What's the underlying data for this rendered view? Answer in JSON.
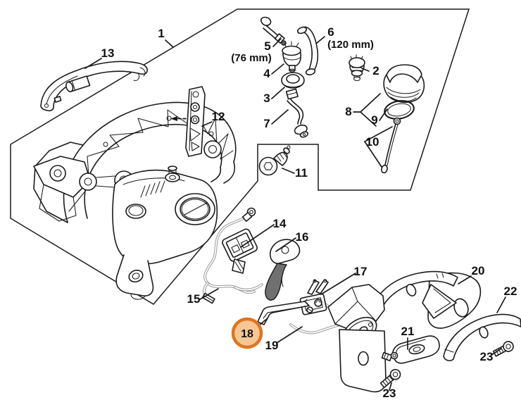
{
  "diagram": {
    "type": "exploded-parts-diagram",
    "colors": {
      "background": "#ffffff",
      "line": "#1a1a1a",
      "wire": "#9a9a9a",
      "label_text": "#101010",
      "highlight_fill": "#f6c795",
      "highlight_ring": "#e0751d"
    },
    "highlight": {
      "part_number": "18"
    },
    "callouts": [
      {
        "text": "1"
      },
      {
        "text": "13"
      },
      {
        "text": "12"
      },
      {
        "text": "5"
      },
      {
        "text": "(76 mm)"
      },
      {
        "text": "6"
      },
      {
        "text": "(120 mm)"
      },
      {
        "text": "4"
      },
      {
        "text": "3"
      },
      {
        "text": "7"
      },
      {
        "text": "2"
      },
      {
        "text": "8"
      },
      {
        "text": "9"
      },
      {
        "text": "10"
      },
      {
        "text": "11"
      },
      {
        "text": "14"
      },
      {
        "text": "16"
      },
      {
        "text": "15"
      },
      {
        "text": "17"
      },
      {
        "text": "18"
      },
      {
        "text": "19"
      },
      {
        "text": "20"
      },
      {
        "text": "22"
      },
      {
        "text": "21"
      },
      {
        "text": "23"
      },
      {
        "text": "23"
      }
    ]
  }
}
